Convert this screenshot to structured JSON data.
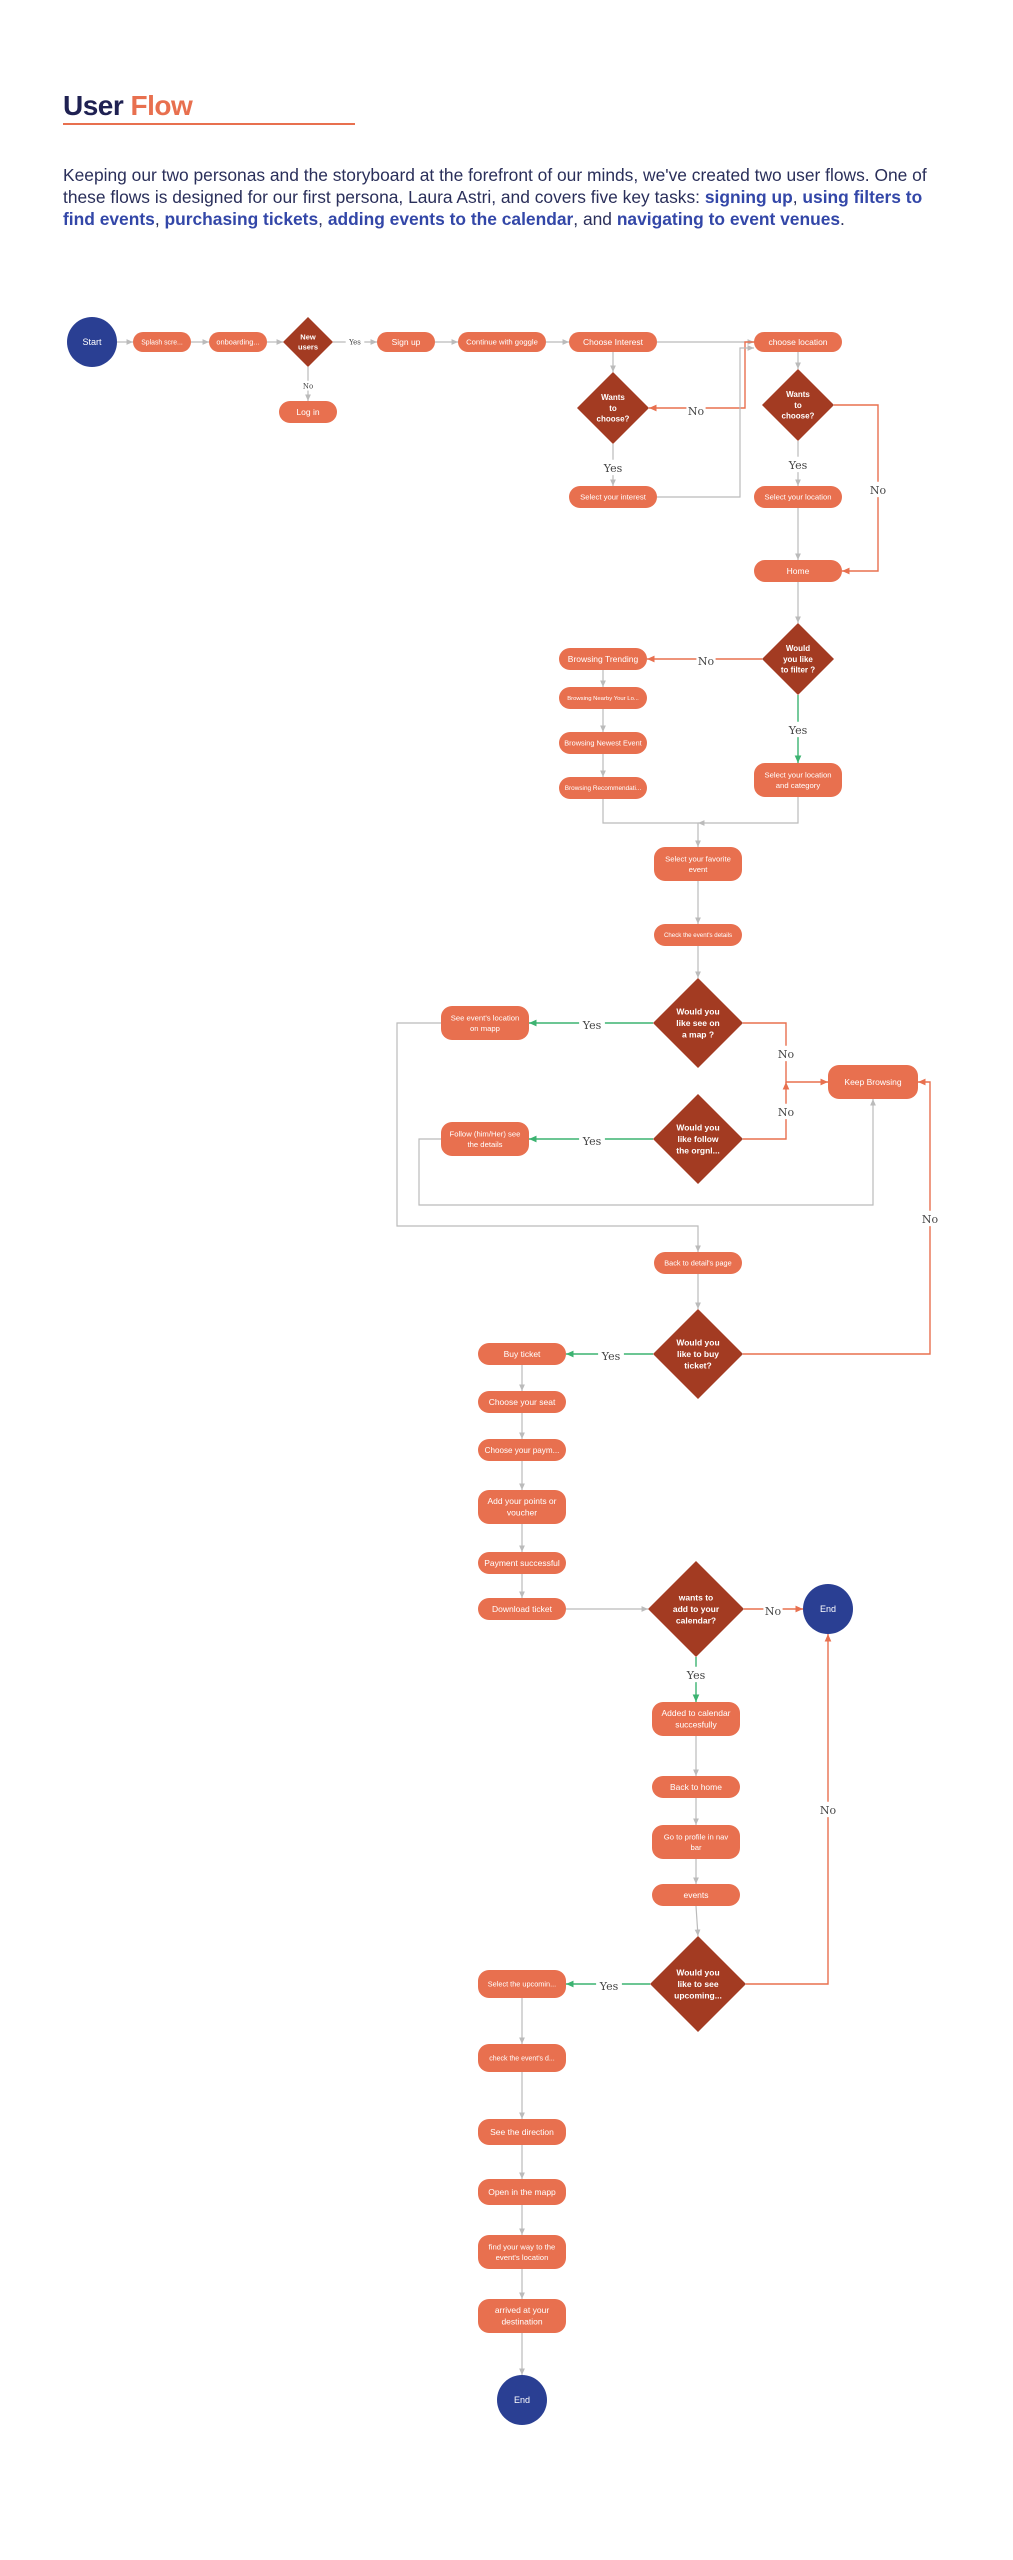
{
  "header": {
    "title_part1": "User",
    "title_part2": "Flow"
  },
  "intro": {
    "t1": "Keeping our two personas and the storyboard at the forefront of our minds, we've created two user flows. One of these flows is designed for our first persona, Laura Astri, and covers five key tasks: ",
    "h1": "signing up",
    "t2": ", ",
    "h2": "using filters to find events",
    "t3": ", ",
    "h3": "purchasing tickets",
    "t4": ", ",
    "h4": "adding events to the calendar",
    "t5": ", and ",
    "h5": "navigating to event venues",
    "t6": "."
  },
  "colors": {
    "process": "#e8704f",
    "decision": "#a33b22",
    "terminal": "#2a3f93",
    "heading_dark": "#1f2152",
    "link": "#3347a8",
    "line_gray": "#bbbbbb",
    "line_red": "#e8704f",
    "line_green": "#3cb371"
  },
  "flow": {
    "nodes": [
      {
        "id": "start",
        "type": "terminal",
        "lines": [
          "Start"
        ]
      },
      {
        "id": "splash",
        "type": "process",
        "lines": [
          "Splash scre..."
        ]
      },
      {
        "id": "onboard",
        "type": "process",
        "lines": [
          "onboarding..."
        ]
      },
      {
        "id": "newusers",
        "type": "decision",
        "lines": [
          "New",
          "users"
        ]
      },
      {
        "id": "login",
        "type": "process",
        "lines": [
          "Log in"
        ]
      },
      {
        "id": "signup",
        "type": "process",
        "lines": [
          "Sign up"
        ]
      },
      {
        "id": "google",
        "type": "process",
        "lines": [
          "Continue with goggle"
        ]
      },
      {
        "id": "chooseint",
        "type": "process",
        "lines": [
          "Choose Interest"
        ]
      },
      {
        "id": "wantsint",
        "type": "decision",
        "lines": [
          "Wants",
          "to",
          "choose?"
        ]
      },
      {
        "id": "selint",
        "type": "process",
        "lines": [
          "Select your interest"
        ]
      },
      {
        "id": "chooseloc",
        "type": "process",
        "lines": [
          "choose location"
        ]
      },
      {
        "id": "wantsloc",
        "type": "decision",
        "lines": [
          "Wants",
          "to",
          "choose?"
        ]
      },
      {
        "id": "selloc",
        "type": "process",
        "lines": [
          "Select your location"
        ]
      },
      {
        "id": "home",
        "type": "process",
        "lines": [
          "Home"
        ]
      },
      {
        "id": "filter",
        "type": "decision",
        "lines": [
          "Would",
          "you like",
          "to filter ?"
        ]
      },
      {
        "id": "btrend",
        "type": "process",
        "lines": [
          "Browsing Trending"
        ]
      },
      {
        "id": "bnearby",
        "type": "process",
        "lines": [
          "Browsing Nearby Your Lo..."
        ]
      },
      {
        "id": "bnewest",
        "type": "process",
        "lines": [
          "Browsing Newest Event"
        ]
      },
      {
        "id": "brecom",
        "type": "process",
        "lines": [
          "Browsing Recommendati..."
        ]
      },
      {
        "id": "selloccat",
        "type": "process",
        "lines": [
          "Select your location",
          "and category"
        ]
      },
      {
        "id": "selfav",
        "type": "process",
        "lines": [
          "Select your favorite",
          "event"
        ]
      },
      {
        "id": "checkdet",
        "type": "process",
        "lines": [
          "Check the event's details"
        ]
      },
      {
        "id": "seemap",
        "type": "decision",
        "lines": [
          "Would you",
          "like see on",
          "a map ?"
        ]
      },
      {
        "id": "seeloc",
        "type": "process",
        "lines": [
          "See event's location",
          "on mapp"
        ]
      },
      {
        "id": "keepbrowse",
        "type": "process",
        "lines": [
          "Keep Browsing"
        ]
      },
      {
        "id": "follow",
        "type": "decision",
        "lines": [
          "Would you",
          "like follow",
          "the orgnl..."
        ]
      },
      {
        "id": "followsee",
        "type": "process",
        "lines": [
          "Follow (him/Her) see",
          "the details"
        ]
      },
      {
        "id": "backdet",
        "type": "process",
        "lines": [
          "Back to detail's page"
        ]
      },
      {
        "id": "buy",
        "type": "decision",
        "lines": [
          "Would you",
          "like to buy",
          "ticket?"
        ]
      },
      {
        "id": "buyticket",
        "type": "process",
        "lines": [
          "Buy ticket"
        ]
      },
      {
        "id": "seat",
        "type": "process",
        "lines": [
          "Choose your seat"
        ]
      },
      {
        "id": "payment",
        "type": "process",
        "lines": [
          "Choose your paym..."
        ]
      },
      {
        "id": "points",
        "type": "process",
        "lines": [
          "Add your points or",
          "voucher"
        ]
      },
      {
        "id": "paysucc",
        "type": "process",
        "lines": [
          "Payment successful"
        ]
      },
      {
        "id": "download",
        "type": "process",
        "lines": [
          "Download ticket"
        ]
      },
      {
        "id": "calendar",
        "type": "decision",
        "lines": [
          "wants  to",
          "add to your",
          "calendar?"
        ]
      },
      {
        "id": "end1",
        "type": "terminal",
        "lines": [
          "End"
        ]
      },
      {
        "id": "added",
        "type": "process",
        "lines": [
          "Added to calendar",
          "succesfully"
        ]
      },
      {
        "id": "backhome",
        "type": "process",
        "lines": [
          "Back to home"
        ]
      },
      {
        "id": "profile",
        "type": "process",
        "lines": [
          "Go to profile in nav",
          "bar"
        ]
      },
      {
        "id": "events",
        "type": "process",
        "lines": [
          "events"
        ]
      },
      {
        "id": "upcoming",
        "type": "decision",
        "lines": [
          "Would you",
          "like to see",
          "upcoming..."
        ]
      },
      {
        "id": "selupcoming",
        "type": "process",
        "lines": [
          "Select the upcomin..."
        ]
      },
      {
        "id": "checkd",
        "type": "process",
        "lines": [
          "check the event's d..."
        ]
      },
      {
        "id": "direction",
        "type": "process",
        "lines": [
          "See the direction"
        ]
      },
      {
        "id": "openmap",
        "type": "process",
        "lines": [
          "Open in the mapp"
        ]
      },
      {
        "id": "findway",
        "type": "process",
        "lines": [
          "find your way to the",
          "event's location"
        ]
      },
      {
        "id": "arrived",
        "type": "process",
        "lines": [
          "arrived at your",
          "destination"
        ]
      },
      {
        "id": "end2",
        "type": "terminal",
        "lines": [
          "End"
        ]
      }
    ],
    "edge_labels": [
      {
        "id": "el-yes-newusers",
        "text": "Yes"
      },
      {
        "id": "el-no-newusers",
        "text": "No"
      },
      {
        "id": "el-no-int",
        "text": "No"
      },
      {
        "id": "el-yes-int",
        "text": "Yes"
      },
      {
        "id": "el-yes-loc",
        "text": "Yes"
      },
      {
        "id": "el-no-loc",
        "text": "No"
      },
      {
        "id": "el-no-filter",
        "text": "No"
      },
      {
        "id": "el-yes-filter",
        "text": "Yes"
      },
      {
        "id": "el-yes-map",
        "text": "Yes"
      },
      {
        "id": "el-no-map",
        "text": "No"
      },
      {
        "id": "el-yes-follow",
        "text": "Yes"
      },
      {
        "id": "el-no-follow",
        "text": "No"
      },
      {
        "id": "el-no-buy",
        "text": "No"
      },
      {
        "id": "el-yes-buy",
        "text": "Yes"
      },
      {
        "id": "el-no-cal",
        "text": "No"
      },
      {
        "id": "el-yes-cal",
        "text": "Yes"
      },
      {
        "id": "el-no-up",
        "text": "No"
      },
      {
        "id": "el-yes-up",
        "text": "Yes"
      }
    ]
  }
}
